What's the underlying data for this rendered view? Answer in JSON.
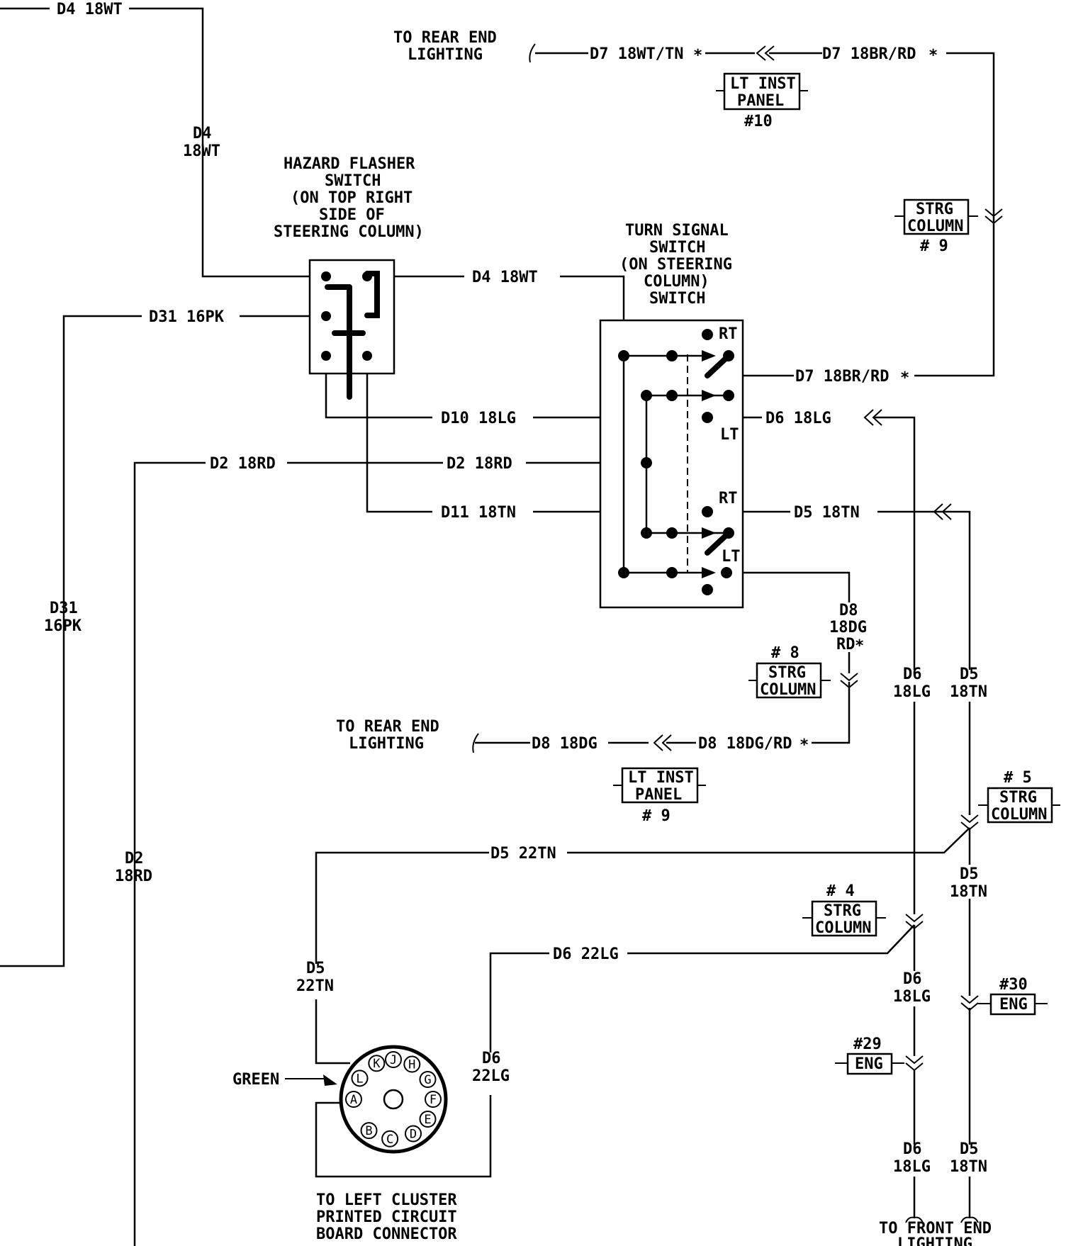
{
  "labels": {
    "d4_top": "D4 18WT",
    "d4_vert_1": "D4",
    "d4_vert_2": "18WT",
    "d4_mid": "D4 18WT",
    "d31_h": "D31 16PK",
    "d31_v1": "D31",
    "d31_v2": "16PK",
    "d10": "D10 18LG",
    "d2_left": "D2 18RD",
    "d2_mid": "D2 18RD",
    "d2_v1": "D2",
    "d2_v2": "18RD",
    "d11": "D11 18TN",
    "d7_top_left": "D7 18WT/TN",
    "d7_top_right": "D7 18BR/RD",
    "d7_mid": "D7 18BR/RD",
    "d6_mid": "D6 18LG",
    "d5_mid": "D5 18TN",
    "d8_v1": "D8",
    "d8_v2": "18DG",
    "d8_v3": "RD",
    "d8_left": "D8 18DG",
    "d8_right": "D8 18DG/RD",
    "d6_v1": "D6",
    "d6_v2": "18LG",
    "d5_v1": "D5",
    "d5_v2": "18TN",
    "d5_22_h": "D5 22TN",
    "d5_22_v1": "D5",
    "d5_22_v2": "22TN",
    "d6_22_h": "D6 22LG",
    "d6_22_v1": "D6",
    "d6_22_v2": "22LG",
    "d5_lower_v1": "D5",
    "d5_lower_v2": "18TN",
    "d6_lower_v1": "D6",
    "d6_lower_v2": "18LG",
    "d6_bottom_v1": "D6",
    "d6_bottom_v2": "18LG",
    "d5_bottom_v1": "D5",
    "d5_bottom_v2": "18TN",
    "asterisk": "*"
  },
  "hazard_switch": {
    "line1": "HAZARD FLASHER",
    "line2": "SWITCH",
    "line3": "(ON TOP RIGHT",
    "line4": "SIDE OF",
    "line5": "STEERING COLUMN)"
  },
  "turn_switch": {
    "line1": "TURN SIGNAL",
    "line2": "SWITCH",
    "line3": "(ON STEERING",
    "line4": "COLUMN)",
    "line5": "SWITCH",
    "rt": "RT",
    "lt": "LT"
  },
  "destinations": {
    "rear_top_1": "TO REAR END",
    "rear_top_2": "LIGHTING",
    "rear_mid_1": "TO REAR END",
    "rear_mid_2": "LIGHTING",
    "front_1": "TO FRONT END",
    "front_2": "LIGHTING",
    "cluster_1": "TO LEFT CLUSTER",
    "cluster_2": "PRINTED CIRCUIT",
    "cluster_3": "BOARD CONNECTOR",
    "green": "GREEN"
  },
  "connectors": {
    "lt_inst_top": {
      "l1": "LT INST",
      "l2": "PANEL",
      "num": "#10"
    },
    "strg_9": {
      "l1": "STRG",
      "l2": "COLUMN",
      "num": "# 9"
    },
    "strg_8": {
      "l1": "STRG",
      "l2": "COLUMN",
      "num": "# 8"
    },
    "lt_inst_9": {
      "l1": "LT INST",
      "l2": "PANEL",
      "num": "# 9"
    },
    "strg_5": {
      "l1": "STRG",
      "l2": "COLUMN",
      "num": "# 5"
    },
    "strg_4": {
      "l1": "STRG",
      "l2": "COLUMN",
      "num": "# 4"
    },
    "eng_30": {
      "l1": "ENG",
      "num": "#30"
    },
    "eng_29": {
      "l1": "ENG",
      "num": "#29"
    }
  },
  "pins": [
    "K",
    "J",
    "H",
    "G",
    "F",
    "E",
    "D",
    "C",
    "B",
    "A",
    "L"
  ]
}
